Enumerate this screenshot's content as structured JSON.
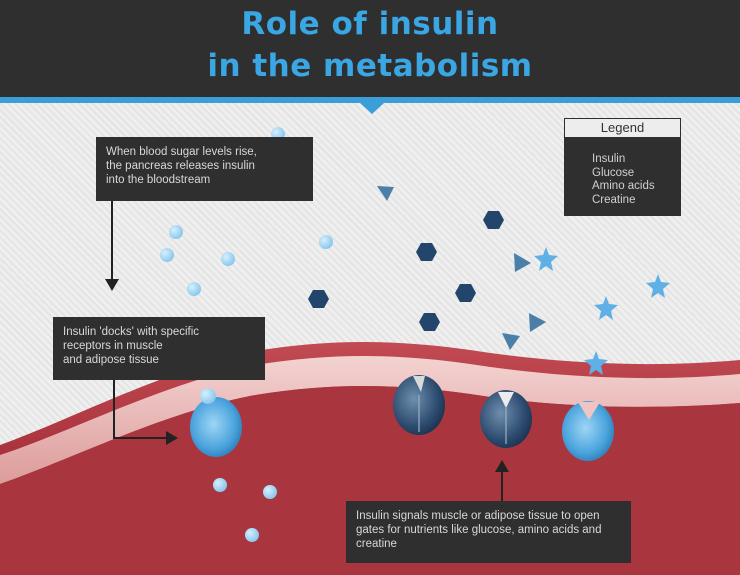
{
  "title": {
    "line1": "Role of insulin",
    "line2": "in the metabolism"
  },
  "legend": {
    "title": "Legend",
    "items": [
      {
        "label": "Insulin",
        "icon": "circle"
      },
      {
        "label": "Glucose",
        "icon": "hexagon"
      },
      {
        "label": "Amino acids",
        "icon": "triangle"
      },
      {
        "label": "Creatine",
        "icon": "star"
      }
    ]
  },
  "callouts": {
    "blood_sugar": "When blood sugar levels rise,\nthe pancreas releases insulin\ninto the bloodstream",
    "docks": "Insulin 'docks' with specific\nreceptors in muscle\nand adipose tissue",
    "signals": "Insulin signals muscle or adipose tissue to open\ngates for nutrients like glucose, amino acids and\ncreatine"
  },
  "colors": {
    "header_bg": "#2f2f2f",
    "title_blue": "#3aa6e3",
    "insulin_blue": "#9fd3f5",
    "glucose_navy": "#24456b",
    "amino_blue": "#4b7fa8",
    "creatine_blue": "#5fb0e6",
    "tissue_red": "#a8323c",
    "tissue_pink": "#e7b4b2"
  }
}
